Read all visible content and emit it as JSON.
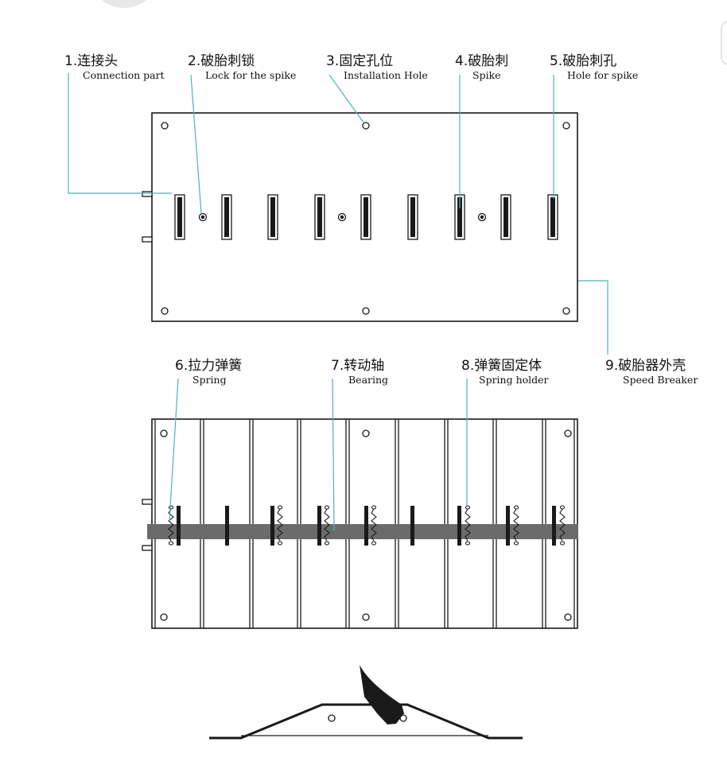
{
  "labels": {
    "l1": {
      "zh": "1.连接头",
      "en": "Connection part"
    },
    "l2": {
      "zh": "2.破胎刺锁",
      "en": "Lock for the spike"
    },
    "l3": {
      "zh": "3.固定孔位",
      "en": "Installation Hole"
    },
    "l4": {
      "zh": "4.破胎刺",
      "en": "Spike"
    },
    "l5": {
      "zh": "5.破胎刺孔",
      "en": "Hole for spike"
    },
    "l6": {
      "zh": "6.拉力弹簧",
      "en": "Spring"
    },
    "l7": {
      "zh": "7.转动轴",
      "en": "Bearing"
    },
    "l8": {
      "zh": "8.弹簧固定体",
      "en": "Spring holder"
    },
    "l9": {
      "zh": "9.破胎器外壳",
      "en": "Speed Breaker"
    }
  },
  "colors": {
    "leader_line": "#4fb1b9",
    "outline": "#1a1a1a",
    "bearing_bar": "#6b6b6b",
    "spike": "#1a1a1a"
  }
}
